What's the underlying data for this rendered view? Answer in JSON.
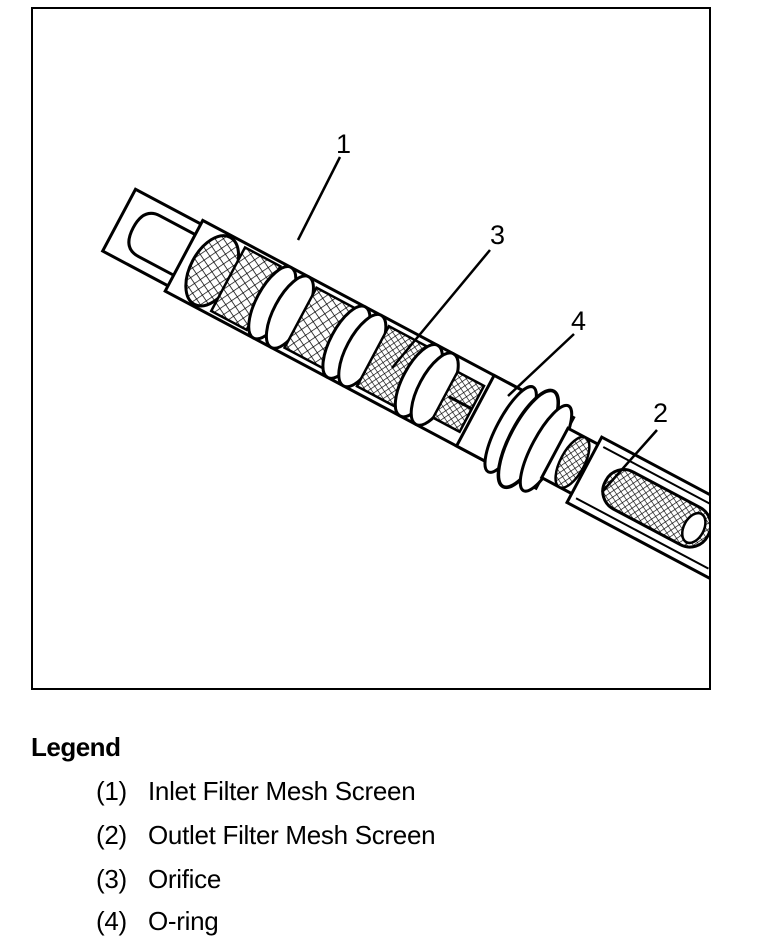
{
  "diagram": {
    "callouts": [
      "1",
      "2",
      "3",
      "4"
    ]
  },
  "legend": {
    "title": "Legend",
    "items": [
      {
        "number": "(1)",
        "label": "Inlet Filter Mesh Screen"
      },
      {
        "number": "(2)",
        "label": "Outlet Filter Mesh Screen"
      },
      {
        "number": "(3)",
        "label": "Orifice"
      },
      {
        "number": "(4)",
        "label": "O-ring"
      }
    ]
  }
}
